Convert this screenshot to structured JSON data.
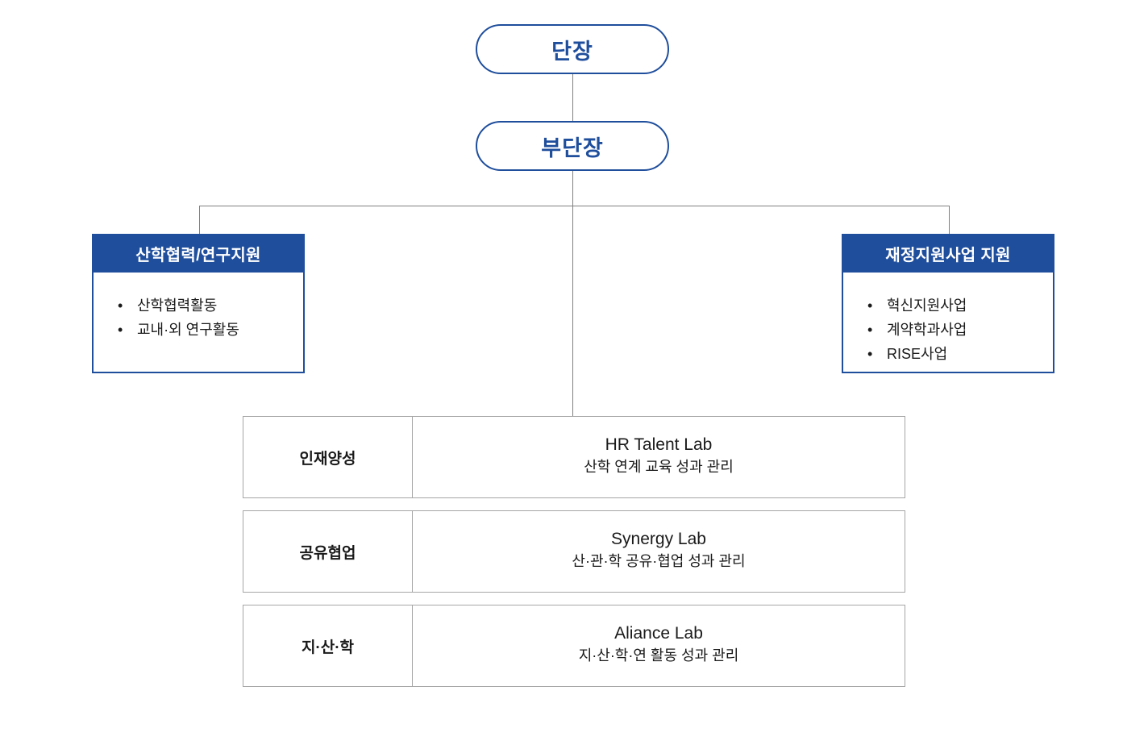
{
  "theme": {
    "brand_blue": "#1F4E9C",
    "line_gray": "#808080",
    "border_gray": "#A6A6A6",
    "text_dark": "#1a1a1a",
    "white": "#ffffff"
  },
  "nodes": {
    "director": "단장",
    "deputy": "부단장"
  },
  "departments": [
    {
      "title": "산학협력/연구지원",
      "items": [
        "산학협력활동",
        "교내·외 연구활동"
      ]
    },
    {
      "title": "재정지원사업 지원",
      "items": [
        "혁신지원사업",
        "계약학과사업",
        "RISE사업"
      ]
    }
  ],
  "labs": [
    {
      "label": "인재양성",
      "name": "HR Talent Lab",
      "description": "산학 연계 교육 성과 관리"
    },
    {
      "label": "공유협업",
      "name": "Synergy Lab",
      "description": "산·관·학 공유·협업 성과 관리"
    },
    {
      "label": "지·산·학",
      "name": "Aliance Lab",
      "description": "지·산·학·연 활동 성과 관리"
    }
  ]
}
